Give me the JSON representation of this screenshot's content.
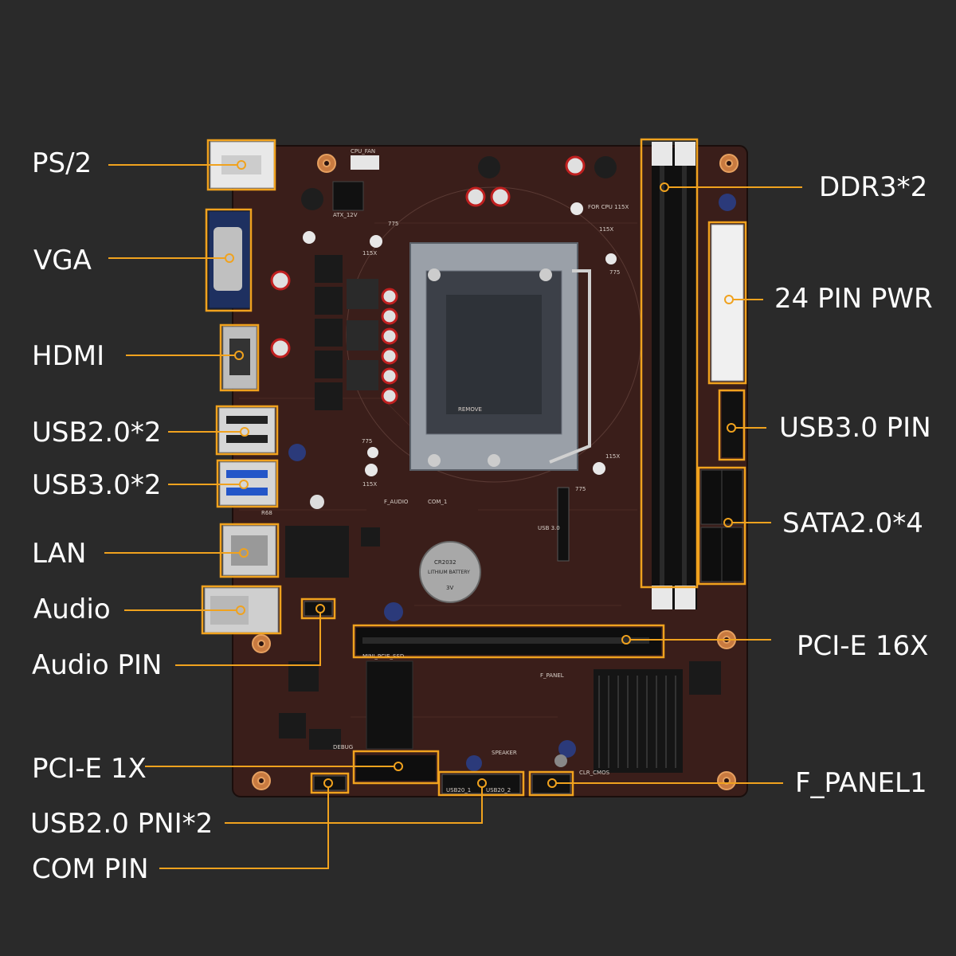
{
  "colors": {
    "background": "#2a2a2a",
    "board": "#3a1e1a",
    "callout": "#f0a21e",
    "text": "#ffffff"
  },
  "labels": {
    "ps2": "PS/2",
    "vga": "VGA",
    "hdmi": "HDMI",
    "usb20x2": "USB2.0*2",
    "usb30x2": "USB3.0*2",
    "lan": "LAN",
    "audio": "Audio",
    "audio_pin": "Audio PIN",
    "pcie1x": "PCI-E 1X",
    "usb20_pin": "USB2.0  PNI*2",
    "com_pin": "COM PIN",
    "ddr3": "DDR3*2",
    "pwr24": "24 PIN PWR",
    "usb30_pin": "USB3.0 PIN",
    "sata": "SATA2.0*4",
    "pcie16x": "PCI-E 16X",
    "fpanel": "F_PANEL1"
  },
  "silkscreen": {
    "cpu_fan": "CPU_FAN",
    "for_cpu": "FOR CPU 115X",
    "s775a": "775",
    "s115a": "115X",
    "s115b": "115X",
    "s775b": "775",
    "s775c": "775",
    "s115c": "115X",
    "s115d": "115X",
    "s775d": "775",
    "remove": "REMOVE",
    "battery1": "CR2032",
    "battery2": "LITHIUM BATTERY",
    "battery3": "3V",
    "f_audio": "F_AUDIO",
    "com1": "COM_1",
    "usb3": "USB 3.0",
    "debug": "DEBUG",
    "speaker": "SPEAKER",
    "f_panel": "F_PANEL",
    "clr_cmos": "CLR_CMOS",
    "usb20_1": "USB20_1",
    "usb20_2": "USB20_2",
    "mini_pcie": "MINI_PCIE_SSD",
    "atx12v": "ATX_12V",
    "r68": "R68"
  }
}
